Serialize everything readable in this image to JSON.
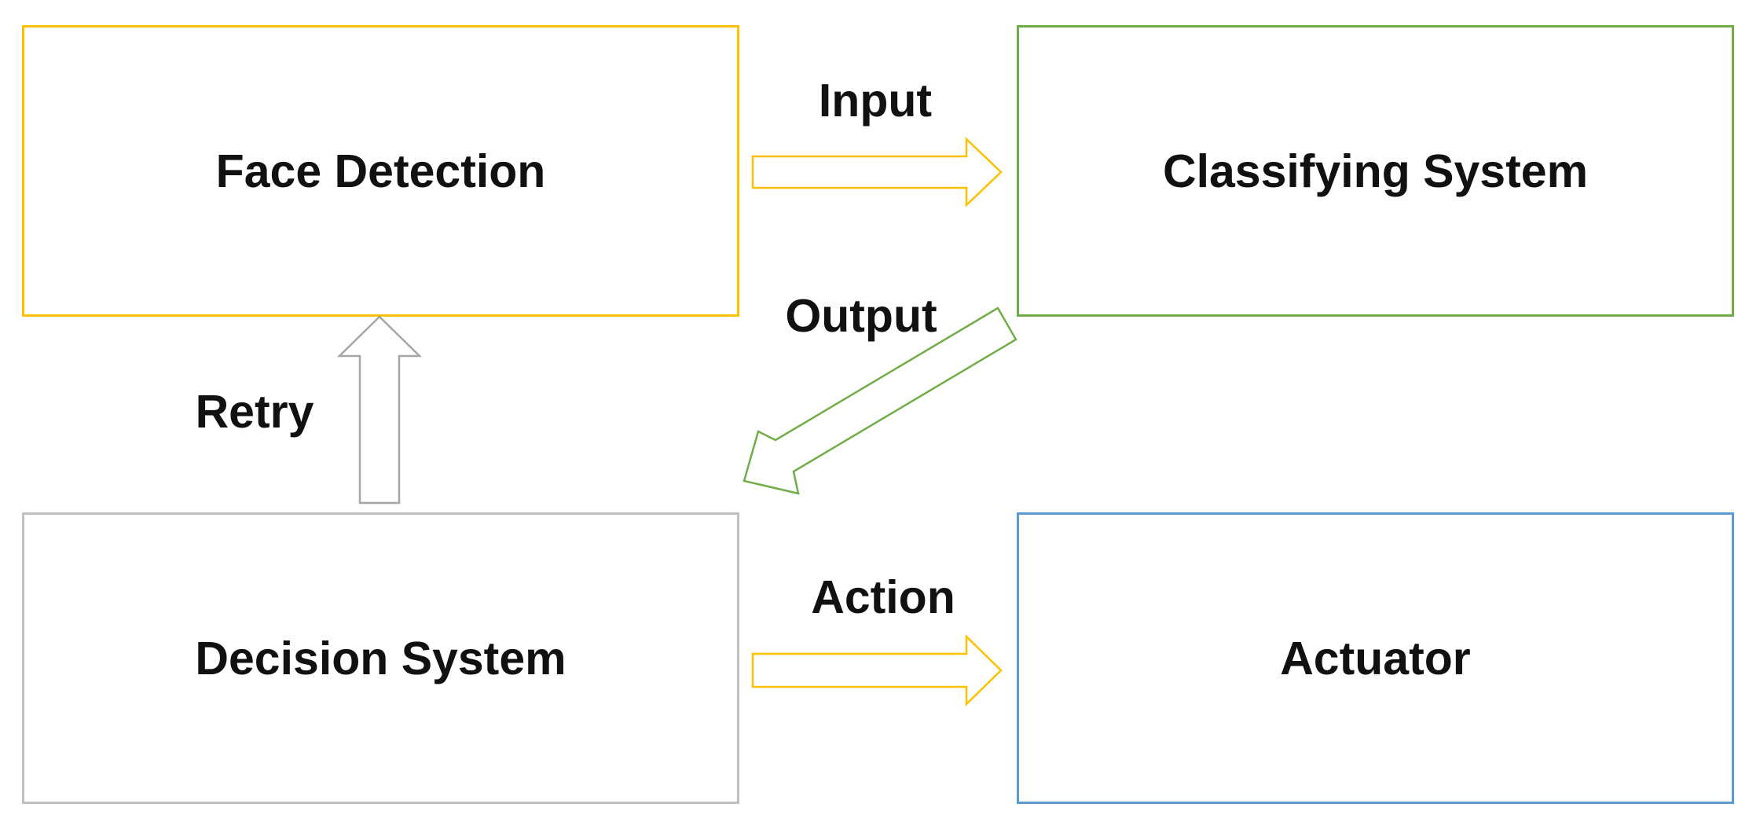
{
  "nodes": {
    "face_detection": {
      "label": "Face Detection",
      "border_color": "#FFC000"
    },
    "classifying_system": {
      "label": "Classifying System",
      "border_color": "#70AD47"
    },
    "decision_system": {
      "label": "Decision System",
      "border_color": "#BFBFBF"
    },
    "actuator": {
      "label": "Actuator",
      "border_color": "#5B9BD5"
    }
  },
  "edges": {
    "input": {
      "label": "Input",
      "from": "Face Detection",
      "to": "Classifying System",
      "color": "#FFC000"
    },
    "output": {
      "label": "Output",
      "from": "Classifying System",
      "to": "Decision System",
      "color": "#70AD47"
    },
    "retry": {
      "label": "Retry",
      "from": "Decision System",
      "to": "Face Detection",
      "color": "#A6A6A6"
    },
    "action": {
      "label": "Action",
      "from": "Decision System",
      "to": "Actuator",
      "color": "#FFC000"
    }
  }
}
